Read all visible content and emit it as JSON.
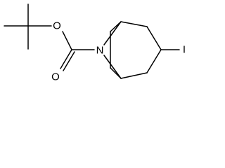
{
  "structure": {
    "atom_labels": {
      "oxygen_ether": "O",
      "oxygen_carbonyl": "O",
      "nitrogen": "N",
      "iodine": "I"
    },
    "colors": {
      "bond": "#000000",
      "label": "#000000",
      "background": "#ffffff"
    }
  }
}
